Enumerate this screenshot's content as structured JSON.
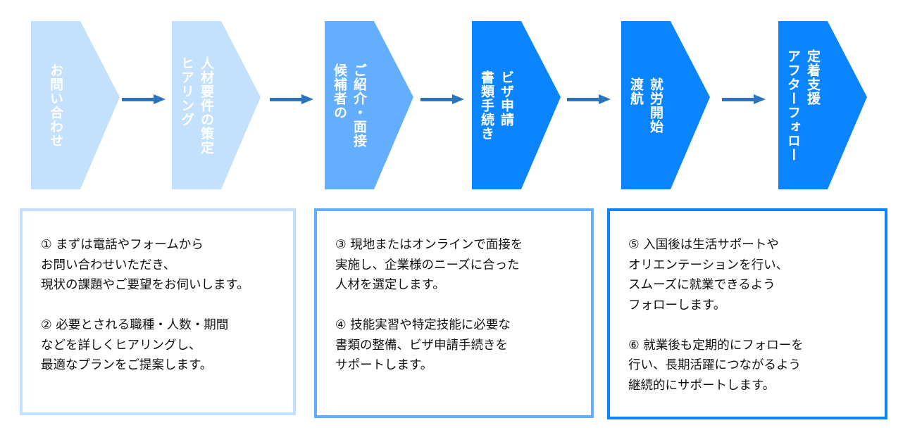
{
  "colors": {
    "step_light": "#c3e0fd",
    "step_mid": "#64aeff",
    "step_dark": "#0a84ff",
    "arrow": "#2a73bd",
    "box1_border": "#c3e0fd",
    "box2_border": "#64aeff",
    "box3_border": "#0a84ff",
    "text": "#111111"
  },
  "steps": [
    {
      "label": "お問い合わせ",
      "tone": "light"
    },
    {
      "label": "人材要件の策定\nヒアリング",
      "tone": "light"
    },
    {
      "label": "ご紹介・面接\n候補者の",
      "tone": "mid"
    },
    {
      "label": "ビザ申請\n書類手続き",
      "tone": "dark"
    },
    {
      "label": "就労開始\n渡航",
      "tone": "dark"
    },
    {
      "label": "定着支援\nアフターフォロー",
      "tone": "dark"
    }
  ],
  "boxes": [
    {
      "paragraphs": [
        "① まずは電話やフォームから\nお問い合わせいただき、\n現状の課題やご要望をお伺いします。",
        "② 必要とされる職種・人数・期間\nなどを詳しくヒアリングし、\n最適なプランをご提案します。"
      ]
    },
    {
      "paragraphs": [
        "③ 現地またはオンラインで面接を\n実施し、企業様のニーズに合った\n人材を選定します。",
        "④ 技能実習や特定技能に必要な\n書類の整備、ビザ申請手続きを\nサポートします。"
      ]
    },
    {
      "paragraphs": [
        "⑤ 入国後は生活サポートや\nオリエンテーションを行い、\nスムーズに就業できるよう\nフォローします。",
        "⑥ 就業後も定期的にフォローを\n行い、長期活躍につながるよう\n継続的にサポートします。"
      ]
    }
  ]
}
